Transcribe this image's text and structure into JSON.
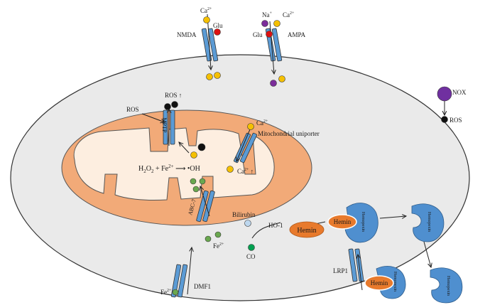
{
  "labels": {
    "nmda": "NMDA",
    "ampa": "AMPA",
    "glu": "Glu",
    "ca": "Ca",
    "charge2plus": "2+",
    "na": "Na",
    "plus": "+",
    "nox": "NOX",
    "ros": "ROS",
    "ros_up": "ROS ↑",
    "mptp": "MPTP",
    "mito_uniporter": "Mitochondrial uniporter",
    "fenton_h2o2": "H",
    "sub2": "2",
    "fenton_o": "O",
    "fenton_plus_fe": " + Fe",
    "fenton_arrow_oh": " ⟶ •OH",
    "ca_up_arrow": " ↑",
    "abc7": "ABC-7",
    "fe": "Fe",
    "bilirubin": "Bilirubin",
    "ho1": "HO-1",
    "hemin": "Hemin",
    "co": "CO",
    "hemopexin": "Hemopexin",
    "lrp1": "LRP1",
    "dmf1": "DMF1"
  },
  "colors": {
    "cell_fill": "#eaeaea",
    "mito_outer": "#f2aa78",
    "mito_inner": "#fdeee0",
    "channel": "#5b9bd5",
    "calcium": "#f5c000",
    "glutamate": "#dd1111",
    "sodium": "#7b2d9a",
    "iron": "#6aa84f",
    "ros": "#111111",
    "nox": "#7030a0",
    "hemin": "#e87a2c",
    "hemopexin": "#4f8fcf",
    "bilirubin": "#bdd7ee",
    "co": "#00a050"
  }
}
